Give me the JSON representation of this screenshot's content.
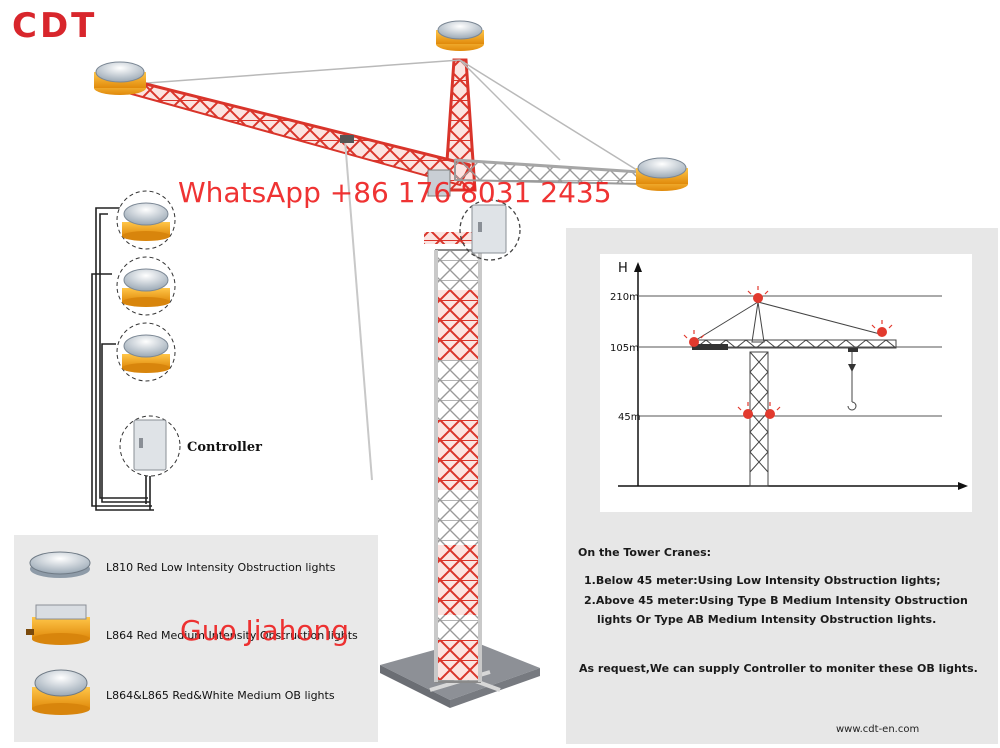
{
  "brand": {
    "logo_text": "CDT",
    "accent": "#d8262c"
  },
  "watermarks": {
    "whatsapp": "WhatsApp +86 176 8031 2435",
    "name": "Guo Jiahong"
  },
  "controller": {
    "label": "Controller"
  },
  "legend": {
    "items": [
      {
        "label": "L810 Red Low Intensity Obstruction lights",
        "icon": "low-intensity-light-icon"
      },
      {
        "label": "L864 Red Medium Intensity Obstruction lights",
        "icon": "medium-intensity-light-icon"
      },
      {
        "label": "L864&L865 Red&White Medium OB lights",
        "icon": "red-white-light-icon"
      }
    ]
  },
  "diagram": {
    "axis_label": "H",
    "levels": [
      "210m",
      "105m",
      "45m"
    ]
  },
  "info": {
    "heading": "On the Tower Cranes:",
    "point1": "1.Below 45 meter:Using Low Intensity Obstruction lights;",
    "point2_line1": "2.Above 45 meter:Using Type B Medium Intensity Obstruction",
    "point2_line2": "lights Or Type AB Medium Intensity Obstruction lights.",
    "request": "As request,We can supply Controller to moniter these OB lights.",
    "website": "www.cdt-en.com"
  },
  "colors": {
    "crane_red": "#e23a2e",
    "crane_white": "#f2f2f2",
    "light_amber": "#f2a516"
  }
}
